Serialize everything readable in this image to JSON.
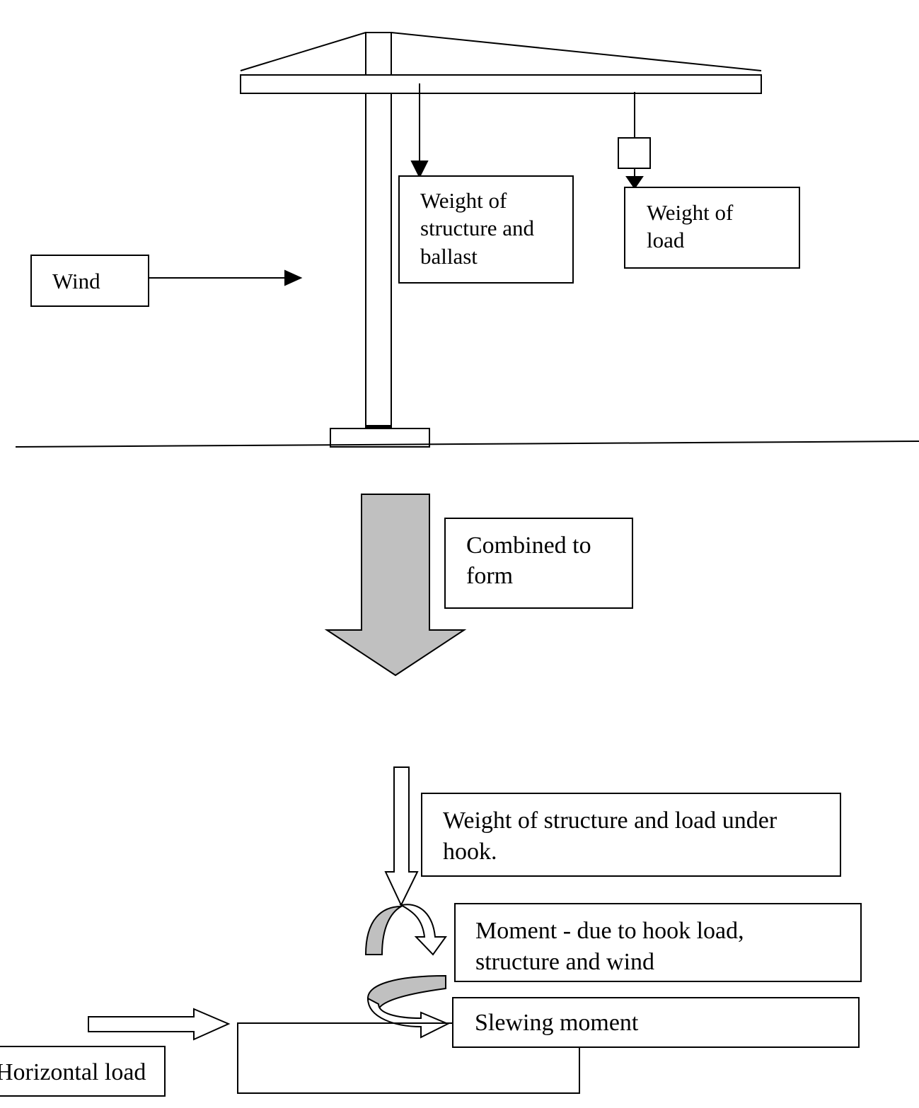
{
  "labels": {
    "wind": "Wind",
    "weight_structure_ballast": "Weight of\nstructure and\nballast",
    "weight_load": "Weight of\nload",
    "combined": "Combined to\nform",
    "weight_structure_load_hook": "Weight of structure and load under\nhook.",
    "moment": "Moment - due to hook load,\nstructure and wind",
    "slewing_moment": "Slewing moment",
    "horizontal_load": "Horizontal load"
  },
  "colors": {
    "line": "#000000",
    "fill_grey": "#c0c0c0",
    "background": "#ffffff"
  }
}
